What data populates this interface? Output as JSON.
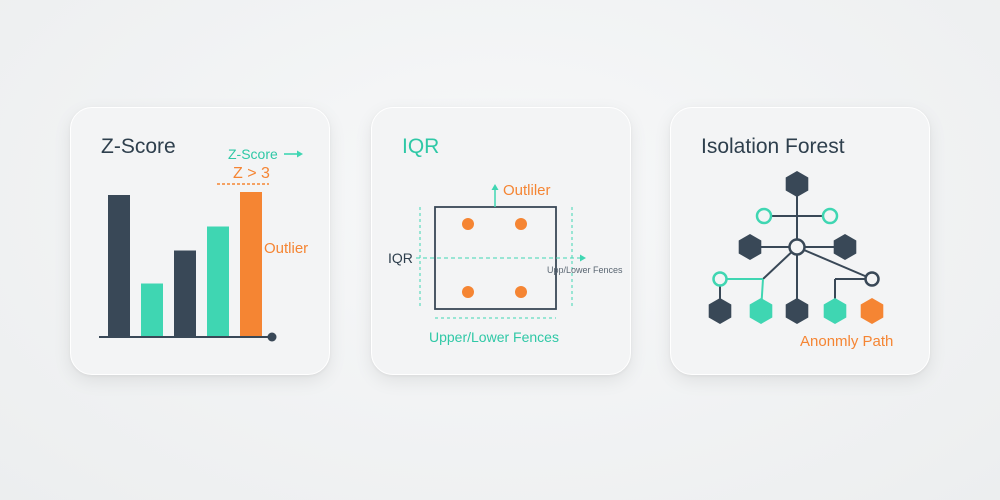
{
  "colors": {
    "dark": "#394857",
    "teal": "#3fd6b2",
    "orange": "#f58533",
    "teal_text": "#2fc8a6"
  },
  "zscore": {
    "title": "Z-Score",
    "arrow_label": "Z-Score",
    "threshold": "Z > 3",
    "outlier_label": "Outlier",
    "bars": [
      {
        "value": 0.94,
        "color": "dark"
      },
      {
        "value": 0.35,
        "color": "teal"
      },
      {
        "value": 0.57,
        "color": "dark"
      },
      {
        "value": 0.73,
        "color": "teal"
      },
      {
        "value": 0.96,
        "color": "orange"
      }
    ]
  },
  "iqr": {
    "title": "IQR",
    "outlier_label": "Outliler",
    "axis_label": "IQR",
    "small_label": "Upp/Lower Fences",
    "fences_label": "Upper/Lower Fences"
  },
  "forest": {
    "title": "Isolation Forest",
    "path_label": "Anonmly Path"
  }
}
